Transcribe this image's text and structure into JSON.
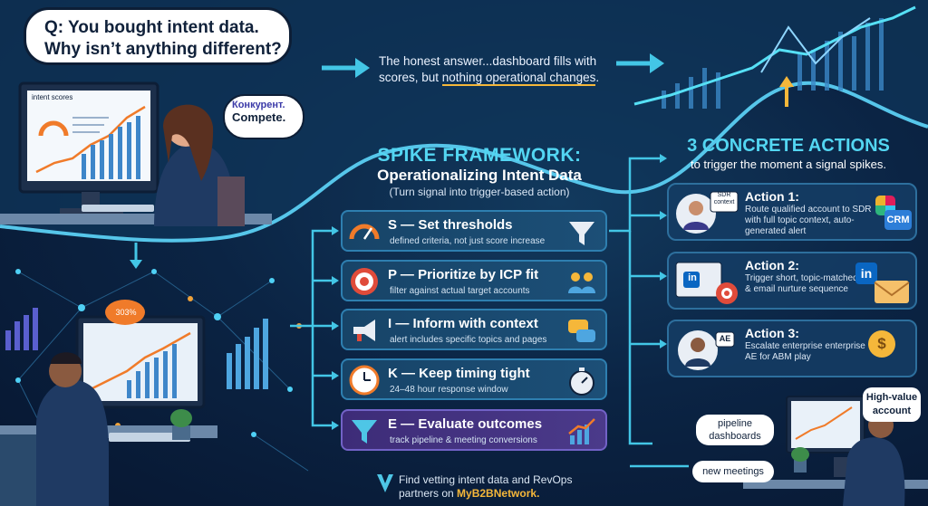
{
  "question": {
    "line1": "Q: You bought intent data.",
    "line2": "Why isn’t anything different?"
  },
  "competitor_bubble": {
    "line1": "Конкурент.",
    "line2": "Compete."
  },
  "dashboard": {
    "title": "intent scores"
  },
  "answer": {
    "line1": "The honest answer...dashboard fills with",
    "line2a": "scores, but ",
    "line2b": "nothing operational changes",
    "line2c": "."
  },
  "framework": {
    "title": "SPIKE FRAMEWORK:",
    "subtitle": "Operationalizing Intent Data",
    "note": "(Turn signal into trigger-based action)",
    "steps": [
      {
        "title": "S — Set thresholds",
        "desc": "defined criteria, not just score increase",
        "icon": "gauge-icon",
        "ricon": "funnel-icon"
      },
      {
        "title": "P — Prioritize by ICP fit",
        "desc": "filter against actual target accounts",
        "icon": "target-icon",
        "ricon": "people-icon"
      },
      {
        "title": "I — Inform with context",
        "desc": "alert includes specific topics and pages",
        "icon": "megaphone-icon",
        "ricon": "chat-icon"
      },
      {
        "title": "K — Keep timing tight",
        "desc": "24–48 hour response window",
        "icon": "clock-icon",
        "ricon": "stopwatch-icon"
      },
      {
        "title": "E — Evaluate outcomes",
        "desc": "track pipeline & meeting conversions",
        "icon": "funnel-icon",
        "ricon": "bar-chart-icon"
      }
    ]
  },
  "actions": {
    "title": "3 CONCRETE ACTIONS",
    "subtitle": "to trigger the moment a signal spikes.",
    "items": [
      {
        "title": "Action 1:",
        "desc": "Route qualified account to SDR with full topic context, auto-generated alert",
        "badge": "SDR context",
        "tag": "CRM"
      },
      {
        "title": "Action 2:",
        "desc": "Trigger short, topic-matched ad & email nurture sequence",
        "badge": "in",
        "tag": "in"
      },
      {
        "title": "Action 3:",
        "desc": "Escalate enterprise enterprise AE for ABM play",
        "badge": "AE",
        "tag": "$"
      }
    ]
  },
  "outcomes": {
    "pipeline": "pipeline dashboards",
    "meetings": "new meetings",
    "high_value": "High-value account"
  },
  "small_badge": "303%",
  "footer": {
    "line1": "Find vetting intent data and RevOps",
    "line2": "partners on ",
    "link": "MyB2BNetwork."
  },
  "colors": {
    "accent_cyan": "#53d6f2",
    "highlight": "#f5b73a",
    "step_blue": "#1c4f77",
    "step_purple": "#4b3a8a"
  }
}
